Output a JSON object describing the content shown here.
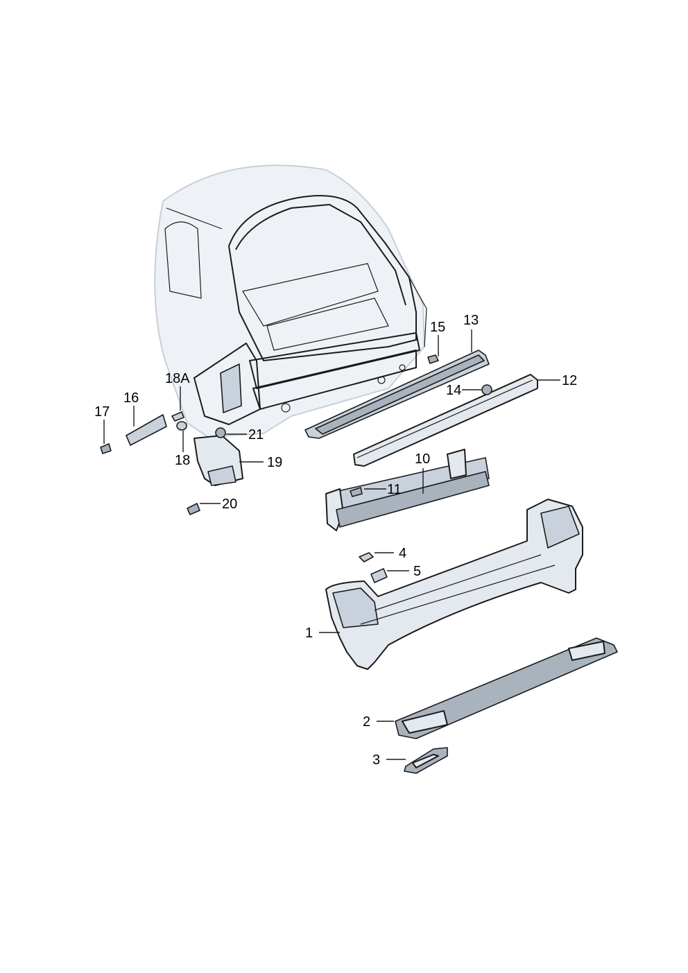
{
  "callouts": {
    "c1": "1",
    "c2": "2",
    "c3": "3",
    "c4": "4",
    "c5": "5",
    "c10": "10",
    "c11": "11",
    "c12": "12",
    "c13": "13",
    "c14": "14",
    "c15": "15",
    "c16": "16",
    "c17": "17",
    "c18": "18",
    "c18a": "18A",
    "c19": "19",
    "c20": "20",
    "c21": "21"
  }
}
